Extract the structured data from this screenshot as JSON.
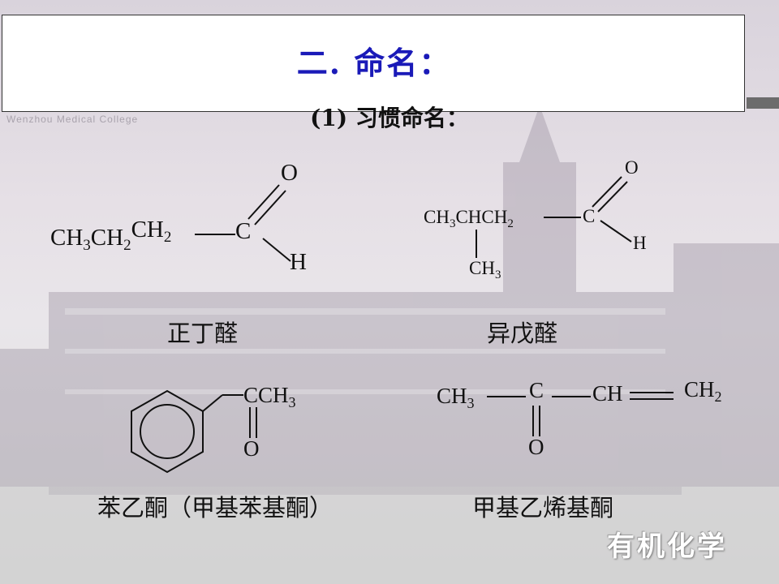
{
  "slide": {
    "title": "二.    命名：",
    "subtitle": "(1)  习惯命名：",
    "watermark": "有机化学",
    "college_text": "Wenzhou Medical College",
    "accent_color": "#1a1ab8"
  },
  "molecules": {
    "butanal": {
      "chain": "CH3CH2CH2",
      "carbonyl_c": "C",
      "oxygen": "O",
      "hydrogen": "H",
      "name": "正丁醛"
    },
    "isopentanal": {
      "chain": "CH3CHCH2",
      "branch": "CH3",
      "carbonyl_c": "C",
      "oxygen": "O",
      "hydrogen": "H",
      "name": "异戊醛"
    },
    "acetophenone": {
      "group": "CCH3",
      "oxygen": "O",
      "name": "苯乙酮（甲基苯基酮）"
    },
    "methyl_vinyl_ketone": {
      "left": "CH3",
      "carbonyl_c": "C",
      "ch": "CH",
      "right": "CH2",
      "oxygen": "O",
      "name": "甲基乙烯基酮"
    }
  }
}
